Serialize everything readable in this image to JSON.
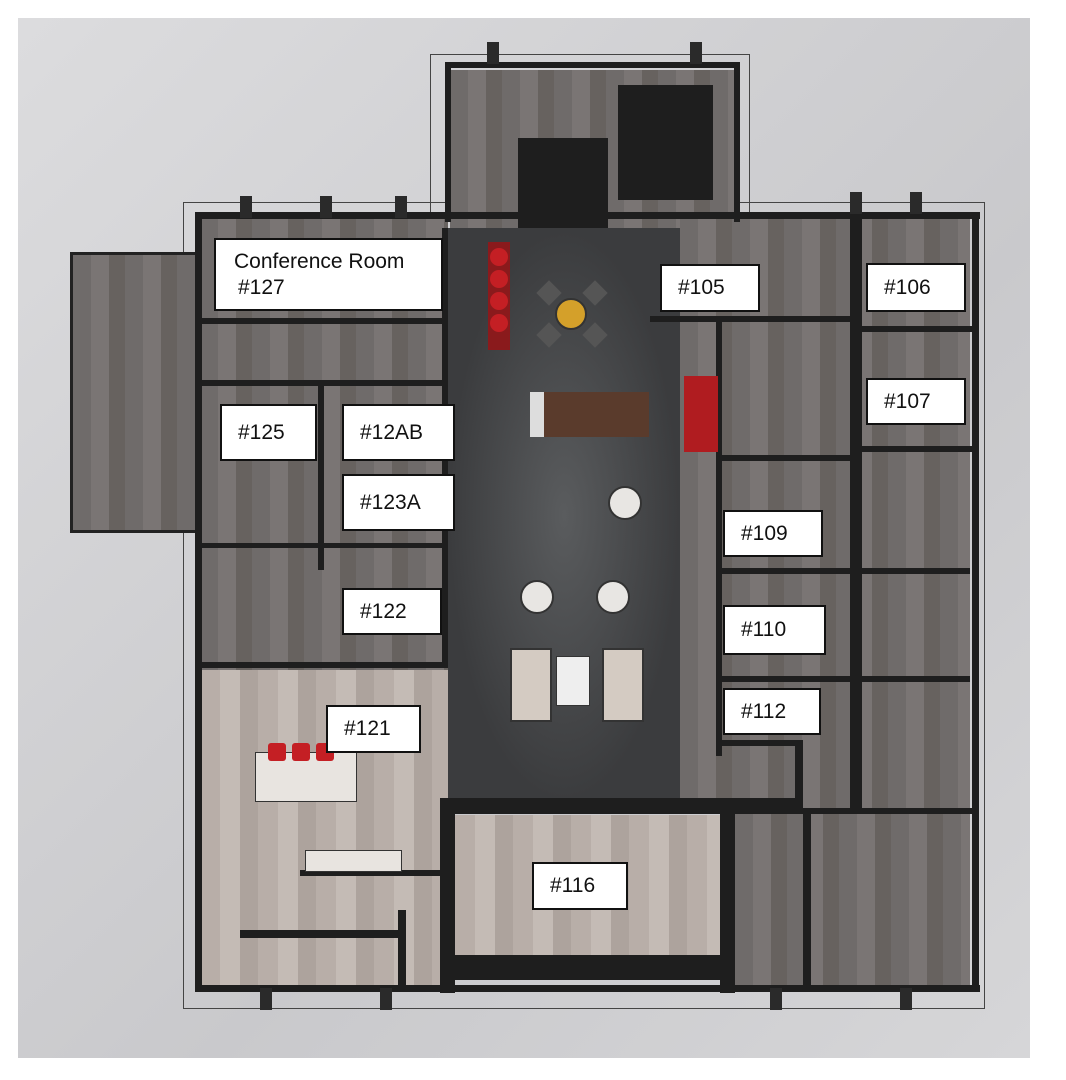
{
  "floor_plan": {
    "rooms": [
      {
        "id": "conference",
        "name": "Conference Room",
        "number": "#127"
      },
      {
        "id": "r105",
        "number": "#105"
      },
      {
        "id": "r106",
        "number": "#106"
      },
      {
        "id": "r107",
        "number": "#107"
      },
      {
        "id": "r125",
        "number": "#125"
      },
      {
        "id": "r12ab",
        "number": "#12AB"
      },
      {
        "id": "r123a",
        "number": "#123A"
      },
      {
        "id": "r109",
        "number": "#109"
      },
      {
        "id": "r122",
        "number": "#122"
      },
      {
        "id": "r110",
        "number": "#110"
      },
      {
        "id": "r112",
        "number": "#112"
      },
      {
        "id": "r121",
        "number": "#121"
      },
      {
        "id": "r116",
        "number": "#116"
      }
    ],
    "colors": {
      "accent_red": "#c41f24",
      "wall": "#1e1e1e",
      "corridor": "#3b3c3e"
    }
  }
}
